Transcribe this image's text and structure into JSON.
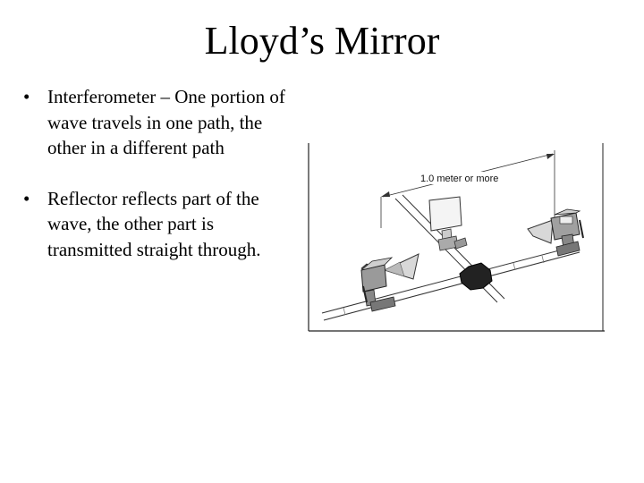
{
  "slide": {
    "title": "Lloyd’s Mirror",
    "bullet_glyph": "•",
    "bullets": [
      {
        "text": "Interferometer – One portion of wave travels in one path, the other in a different path"
      },
      {
        "text": "Reflector reflects part of the wave, the other part is transmitted straight through."
      }
    ]
  },
  "figure": {
    "distance_label": "1.0 meter or more"
  }
}
